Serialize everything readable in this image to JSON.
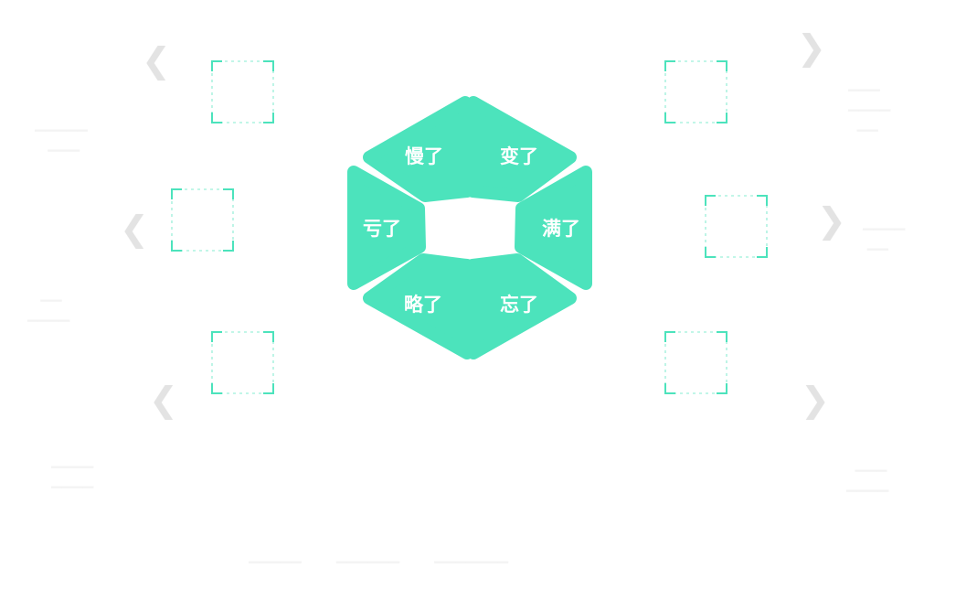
{
  "diagram": {
    "accent_color": "#4ce3bc",
    "segments": [
      {
        "id": "top-left",
        "label": "慢了"
      },
      {
        "id": "top-right",
        "label": "变了"
      },
      {
        "id": "right",
        "label": "满了"
      },
      {
        "id": "bottom-right",
        "label": "忘了"
      },
      {
        "id": "bottom-left",
        "label": "略了"
      },
      {
        "id": "left",
        "label": "亏了"
      }
    ]
  },
  "icons": {
    "frame": "dashed-corner-frame-icon",
    "nav_left": "chevron-left-icon",
    "nav_right": "chevron-right-icon"
  },
  "chevrons": {
    "left": "❮",
    "right": "❯"
  }
}
